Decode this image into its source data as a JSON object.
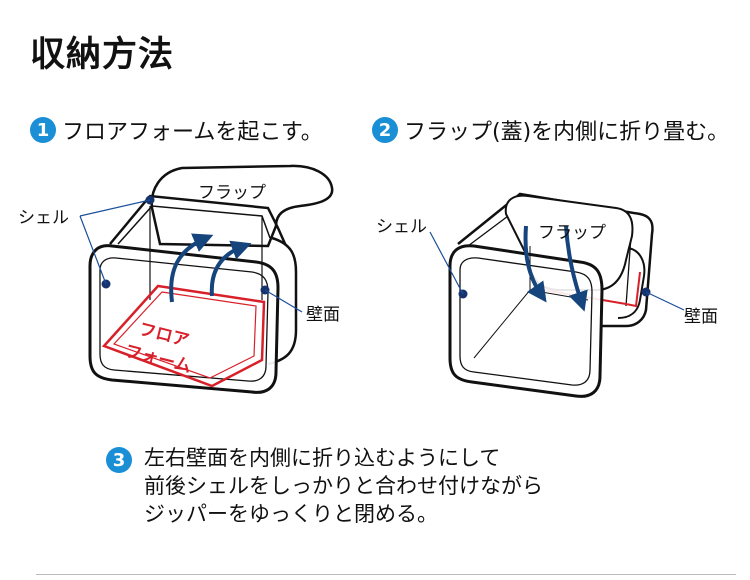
{
  "title": "収納方法",
  "steps": [
    {
      "num": "1",
      "text": "フロアフォームを起こす。"
    },
    {
      "num": "2",
      "text": "フラップ(蓋)を内側に折り畳む。"
    },
    {
      "num": "3",
      "lines": [
        "左右壁面を内側に折り込むようにして",
        "前後シェルをしっかりと合わせ付けながら",
        "ジッパーをゆっくりと閉める。"
      ]
    }
  ],
  "figure1": {
    "flap_label": "フラップ",
    "shell_label": "シェル",
    "wall_label": "壁面",
    "floor_label_line1": "フロア",
    "floor_label_line2": "フォーム"
  },
  "figure2": {
    "flap_label": "フラップ",
    "shell_label": "シェル",
    "wall_label": "壁面"
  },
  "colors": {
    "step_badge": "#1a8fd6",
    "floor_red": "#d8202a",
    "arrow_blue": "#16457e",
    "dot_navy": "#16336d"
  }
}
